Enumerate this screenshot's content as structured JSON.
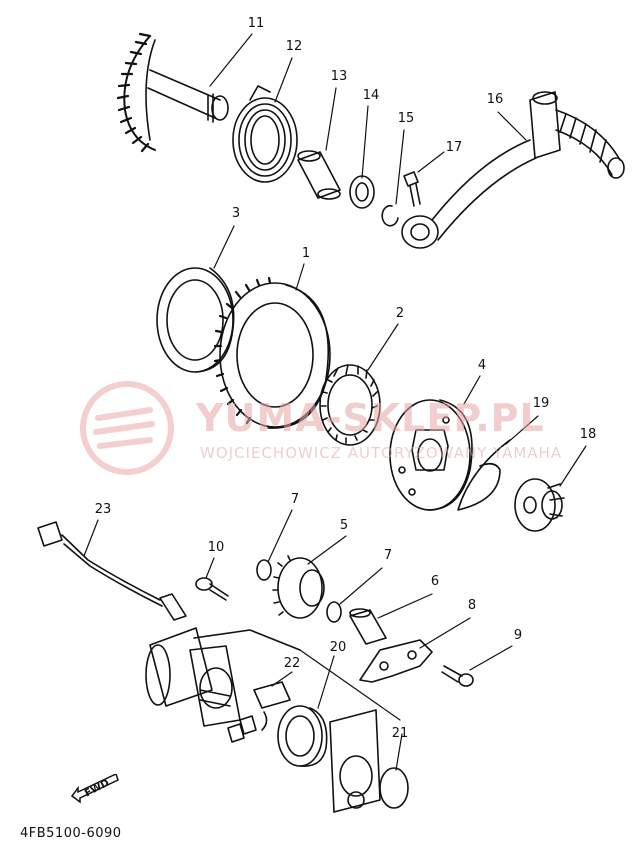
{
  "diagram_code": "4FB5100-6090",
  "fwd_label": "FWD",
  "watermark": {
    "line1": "YUMA-SKLEP.PL",
    "line2": "WOJCIECHOWICZ  AUTORYZOWANY YAMAHA"
  },
  "callouts": [
    "1",
    "2",
    "3",
    "4",
    "5",
    "6",
    "7",
    "7",
    "8",
    "9",
    "10",
    "11",
    "12",
    "13",
    "14",
    "15",
    "16",
    "17",
    "18",
    "19",
    "20",
    "21",
    "22",
    "23"
  ],
  "colors": {
    "line": "#111111",
    "watermark": "#e6a6a6"
  }
}
